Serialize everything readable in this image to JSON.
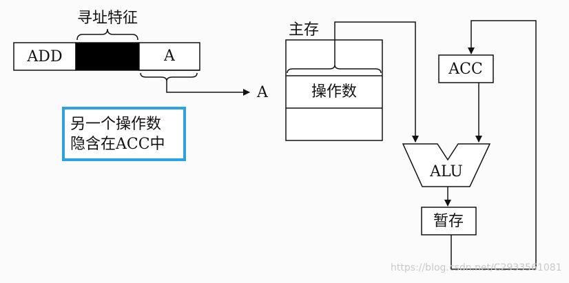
{
  "instruction": {
    "addr_feature_label": "寻址特征",
    "opcode": "ADD",
    "address_field": "A",
    "pointer_label": "A"
  },
  "note": {
    "line1": "另一个操作数",
    "line2": "隐含在ACC中"
  },
  "memory": {
    "label": "主存",
    "operand_label": "操作数"
  },
  "cpu": {
    "acc_label": "ACC",
    "alu_label": "ALU",
    "temp_label": "暂存"
  },
  "colors": {
    "note_border": "#2aa3e0",
    "feature_block": "#000000"
  },
  "watermark": "https://blog.csdn.net/C2933561081"
}
